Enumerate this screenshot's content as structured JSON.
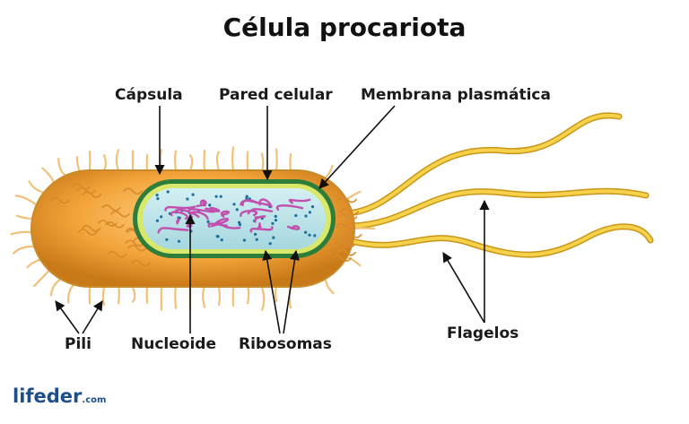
{
  "title": "Célula procariota",
  "labels": {
    "capsule": "Cápsula",
    "cell_wall": "Pared celular",
    "plasma_membrane": "Membrana plasmática",
    "pili": "Pili",
    "nucleoid": "Nucleoide",
    "ribosomes": "Ribosomas",
    "flagella": "Flagelos"
  },
  "logo": {
    "name": "lifeder",
    "suffix": ".com"
  },
  "colors": {
    "capsule": "#f3a43a",
    "capsule_dark": "#c97a18",
    "pili": "#f6c98a",
    "wall": "#2f7d3a",
    "membrane": "#d9e86a",
    "cytoplasm": "#b8e3ea",
    "nucleoid": "#c24fae",
    "ribosome": "#1d6f9a",
    "flagella": "#f0c12e"
  }
}
